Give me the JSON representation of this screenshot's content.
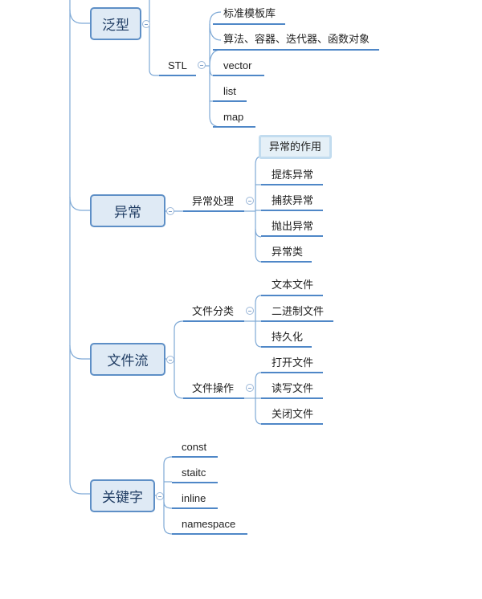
{
  "branches": {
    "generics": {
      "label": "泛型",
      "children": [
        "标准模板库",
        "算法、容器、迭代器、函数对象"
      ],
      "stl": {
        "label": "STL",
        "children": [
          "vector",
          "list",
          "map"
        ]
      }
    },
    "exception": {
      "label": "异常",
      "handling": {
        "label": "异常处理",
        "children": [
          "异常的作用",
          "提炼异常",
          "捕获异常",
          "抛出异常",
          "异常类"
        ]
      }
    },
    "filestream": {
      "label": "文件流",
      "categories": {
        "label": "文件分类",
        "children": [
          "文本文件",
          "二进制文件",
          "持久化"
        ]
      },
      "operations": {
        "label": "文件操作",
        "children": [
          "打开文件",
          "读写文件",
          "关闭文件"
        ]
      }
    },
    "keywords": {
      "label": "关键字",
      "children": [
        "const",
        "staitc",
        "inline",
        "namespace"
      ]
    }
  },
  "colors": {
    "line": "#4f87c7",
    "connector": "#7ea9d6",
    "topic_fill": "#dfeaf5",
    "topic_border": "#5e8fc6"
  }
}
